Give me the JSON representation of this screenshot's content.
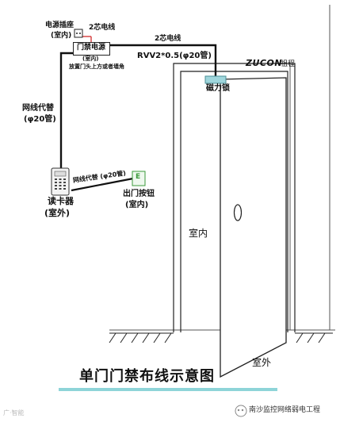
{
  "diagram": {
    "title": "单门门禁布线示意图",
    "socket_label": "电源插座",
    "socket_location": "(室内)",
    "wire_2core_top": "2芯电线",
    "power_box_label": "门禁电源",
    "power_box_location": "(室内)",
    "power_box_note": "放置门头上方或者墙角",
    "wire_2core_right": "2芯电线",
    "wire_spec": "RVV2*0.5(φ20管)",
    "brand": "ZUCON",
    "brand_cn": "祖程",
    "maglock_label": "磁力锁",
    "net_cable_vertical": "网线代替",
    "net_cable_vertical_pipe": "(φ20管)",
    "net_cable_diag": "网线代替 (φ20管)",
    "exit_button_glyph": "E",
    "reader_label": "读卡器",
    "reader_location": "(室外)",
    "exit_button_label": "出门按钮",
    "exit_button_location": "(室内)",
    "indoor_label": "室内",
    "outdoor_label": "室外",
    "watermark_left": "广·智能",
    "watermark_right": "南沙监控网络弱电工程"
  },
  "colors": {
    "cable": "#111111",
    "power_red": "#d63a3a",
    "title_underline": "#8ed4d8",
    "maglock": "#9fd6dc",
    "exit_button": "#3a9a3a"
  }
}
